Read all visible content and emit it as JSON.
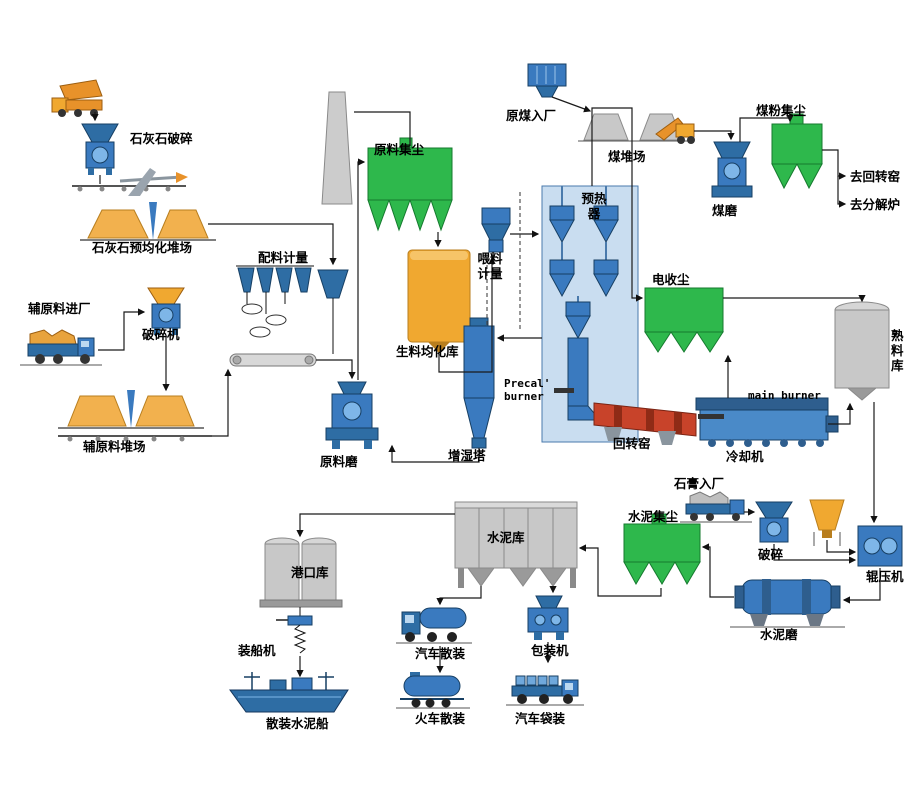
{
  "colors": {
    "equipment_blue": "#3A7ABF",
    "dark_blue": "#2E6DA4",
    "dust_green": "#2EB84C",
    "material_orange": "#F0A830",
    "kiln_red": "#C8432A",
    "structure_gray": "#C8C8C8"
  },
  "labels": {
    "limestone_crushing": "石灰石破碎",
    "limestone_preblending_yard": "石灰石预均化堆场",
    "aux_material_in": "辅原料进厂",
    "crusher": "破碎机",
    "batching_metering": "配料计量",
    "aux_material_yard": "辅原料堆场",
    "raw_material_dust": "原料集尘",
    "raw_meal_silo": "生料均化库",
    "feed_metering": "喂料计量",
    "raw_mill": "原料磨",
    "humidifier_tower": "增湿塔",
    "preheater": "预热器",
    "raw_coal_in": "原煤入厂",
    "coal_yard": "煤堆场",
    "coal_dust": "煤粉集尘",
    "coal_mill": "煤磨",
    "to_rotary_kiln": "去回转窑",
    "to_calciner": "去分解炉",
    "esp": "电收尘",
    "precal_burner": "Precal'\nburner",
    "main_burner": "main burner",
    "rotary_kiln": "回转窑",
    "cooler": "冷却机",
    "clinker_silo": "熟料库",
    "cement_dust": "水泥集尘",
    "gypsum_in": "石膏入厂",
    "gypsum_crushing": "破碎",
    "roller_press": "辊压机",
    "cement_mill": "水泥磨",
    "cement_silo": "水泥库",
    "port_silo": "港口库",
    "ship_loader": "装船机",
    "bulk_cement_ship": "散装水泥船",
    "truck_bulk": "汽车散装",
    "train_bulk": "火车散装",
    "packing_machine": "包装机",
    "truck_bag": "汽车袋装"
  }
}
